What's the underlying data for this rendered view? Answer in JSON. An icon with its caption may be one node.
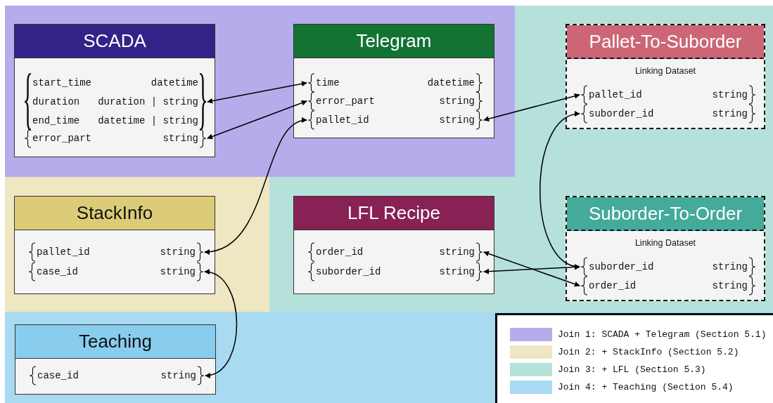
{
  "diagram": {
    "nodes": [
      {
        "text": [
          "SCADA"
        ]
      },
      {
        "text": [
          "start_time",
          "datetime",
          "duration",
          "duration | string",
          "end_time",
          "datetime | string"
        ],
        "in": 0
      },
      {
        "text": [
          "error_part",
          "string"
        ],
        "in": 0
      },
      {
        "text": [
          "Telegram"
        ]
      },
      {
        "text": [
          "time",
          "datetime"
        ],
        "in": 3
      },
      {
        "text": [
          "error_part",
          "string"
        ],
        "in": 3
      },
      {
        "text": [
          "pallet_id",
          "string"
        ],
        "in": 3
      },
      {
        "text": [
          "Pallet-To-Suborder",
          "Linking Dataset"
        ]
      },
      {
        "text": [
          "pallet_id",
          "string"
        ],
        "in": 7
      },
      {
        "text": [
          "suborder_id",
          "string"
        ],
        "in": 7
      },
      {
        "text": [
          "StackInfo"
        ]
      },
      {
        "text": [
          "pallet_id",
          "string"
        ],
        "in": 10
      },
      {
        "text": [
          "case_id",
          "string"
        ],
        "in": 10
      },
      {
        "text": [
          "LFL Recipe"
        ]
      },
      {
        "text": [
          "order_id",
          "string"
        ],
        "in": 13
      },
      {
        "text": [
          "suborder_id",
          "string"
        ],
        "in": 13
      },
      {
        "text": [
          "Suborder-To-Order",
          "Linking Dataset"
        ]
      },
      {
        "text": [
          "suborder_id",
          "string"
        ],
        "in": 16
      },
      {
        "text": [
          "order_id",
          "string"
        ],
        "in": 16
      },
      {
        "text": [
          "Teaching"
        ]
      },
      {
        "text": [
          "case_id",
          "string"
        ],
        "in": 19
      }
    ],
    "edges": [
      {
        "from": 1,
        "to": 4,
        "arrow": "both"
      },
      {
        "from": 2,
        "to": 5,
        "arrow": "both"
      },
      {
        "from": 6,
        "to": 8,
        "arrow": "both"
      },
      {
        "from": 6,
        "to": 11,
        "arrow": "both"
      },
      {
        "from": 12,
        "to": 20,
        "arrow": "both"
      },
      {
        "from": 9,
        "to": 17,
        "arrow": "both"
      },
      {
        "from": 14,
        "to": 18,
        "arrow": "both"
      },
      {
        "from": 15,
        "to": 17,
        "arrow": "both"
      }
    ],
    "legend": [
      {
        "text": "Join 1: SCADA + Telegram (Section 5.1)",
        "color": "#b5aceb"
      },
      {
        "text": "Join 2: + StackInfo (Section 5.2)",
        "color": "#efe6c2"
      },
      {
        "text": "Join 3: + LFL (Section 5.3)",
        "color": "#b6e1db"
      },
      {
        "text": "Join 4: + Teaching (Section 5.4)",
        "color": "#a8daf1"
      }
    ]
  }
}
